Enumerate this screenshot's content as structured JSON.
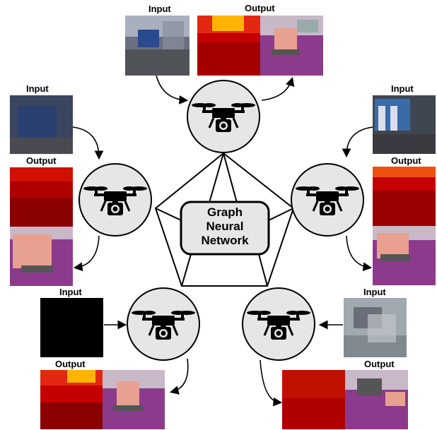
{
  "center": {
    "title": [
      "Graph",
      "Neural",
      "Network"
    ]
  },
  "labels": {
    "input": "Input",
    "output": "Output"
  },
  "colors": {
    "depth_dark": "#8b0000",
    "depth_mid": "#c40000",
    "depth_bright": "#e32812",
    "depth_orange": "#f05010",
    "depth_yellow": "#ffb400",
    "seg_purple": "#8c3a8c",
    "seg_pink": "#e8a090",
    "seg_gray": "#555555",
    "seg_light": "#c8b8c8",
    "drone_fill": "#e6e6e6",
    "line": "#000000"
  },
  "drones": [
    {
      "id": "top",
      "icon": "drone-icon"
    },
    {
      "id": "upper-left",
      "icon": "drone-icon"
    },
    {
      "id": "upper-right",
      "icon": "drone-icon"
    },
    {
      "id": "lower-left",
      "icon": "drone-icon"
    },
    {
      "id": "lower-right",
      "icon": "drone-icon"
    }
  ]
}
